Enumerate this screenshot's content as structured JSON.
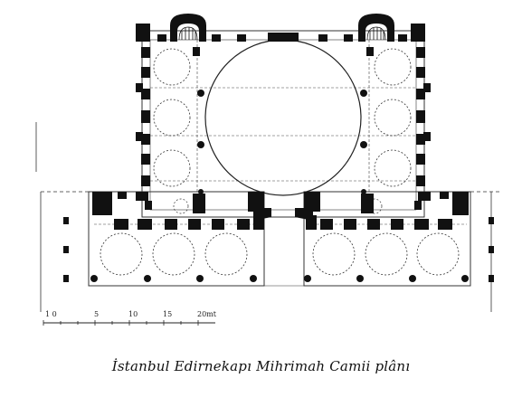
{
  "caption": "İstanbul Edirnekapı Mihrimah Camii plânı",
  "scale_bar": {
    "labels": [
      "1 0",
      "5",
      "10",
      "15",
      "20mt"
    ]
  }
}
